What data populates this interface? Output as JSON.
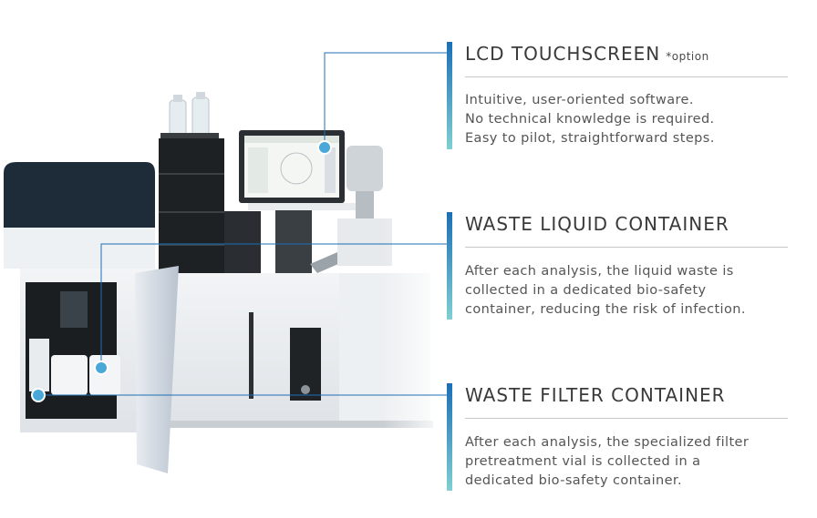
{
  "features": [
    {
      "title": "LCD TOUCHSCREEN",
      "option": "*option",
      "lines": [
        "Intuitive, user-oriented software.",
        "No technical knowledge is required.",
        "Easy to pilot, straightforward steps."
      ]
    },
    {
      "title": "WASTE LIQUID CONTAINER",
      "lines": [
        "After each analysis, the liquid waste is",
        "collected in a dedicated bio-safety",
        "container, reducing the risk of infection."
      ]
    },
    {
      "title": "WASTE FILTER CONTAINER",
      "lines": [
        "After each analysis, the specialized filter",
        "pretreatment vial is collected in a",
        "dedicated bio-safety container."
      ]
    }
  ],
  "colors": {
    "accent": "#1c6fb6",
    "accent_fade": "#7fd0d2",
    "callout_dot": "#4aa8d8"
  },
  "icons": [
    "hotspot-dot-icon",
    "hotspot-dot-icon",
    "hotspot-dot-icon"
  ]
}
